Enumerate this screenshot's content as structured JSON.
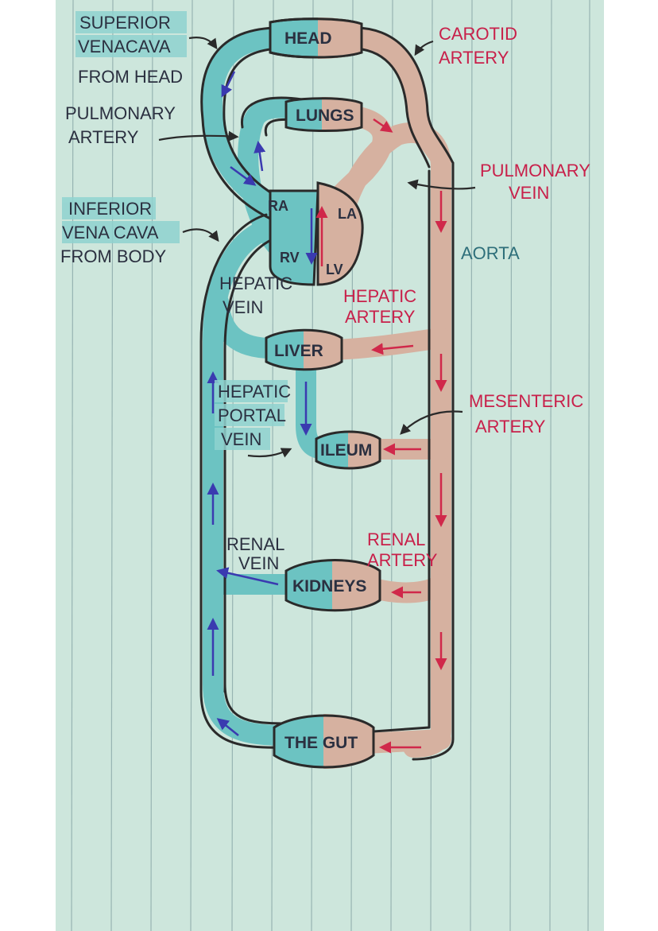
{
  "diagram": {
    "colors": {
      "paper": "#cde6dc",
      "ruled_line": "#8aa8a8",
      "margin_line": "#b7a0b8",
      "outline": "#2a2a2a",
      "deoxygenated_fill": "#6cc3c2",
      "oxygenated_fill": "#d6b1a0",
      "vein_arrow": "#3a3ab0",
      "artery_arrow": "#d0284a",
      "label_dark": "#2b3040",
      "label_red": "#c8204a",
      "highlight": "#8fd3d0"
    },
    "organs": {
      "head": "HEAD",
      "lungs": "LUNGS",
      "ra": "RA",
      "la": "LA",
      "rv": "RV",
      "lv": "LV",
      "liver": "LIVER",
      "ileum": "ILEUM",
      "kidneys": "KIDNEYS",
      "gut": "THE GUT"
    },
    "labels": {
      "superior_vena_cava": [
        "SUPERIOR",
        "VENACAVA"
      ],
      "from_head": "FROM HEAD",
      "pulmonary_artery": [
        "PULMONARY",
        "ARTERY"
      ],
      "inferior_vena_cava": [
        "INFERIOR",
        "VENA CAVA"
      ],
      "from_body": "FROM BODY",
      "hepatic_vein": [
        "HEPATIC",
        "VEIN"
      ],
      "hepatic_portal_vein": [
        "HEPATIC",
        "PORTAL",
        "VEIN"
      ],
      "renal_vein": [
        "RENAL",
        "VEIN"
      ],
      "carotid_artery": [
        "CAROTID",
        "ARTERY"
      ],
      "pulmonary_vein": [
        "PULMONARY",
        "VEIN"
      ],
      "aorta": "AORTA",
      "hepatic_artery": [
        "HEPATIC",
        "ARTERY"
      ],
      "mesenteric_artery": [
        "MESENTERIC",
        "ARTERY"
      ],
      "renal_artery": [
        "RENAL",
        "ARTERY"
      ]
    }
  }
}
